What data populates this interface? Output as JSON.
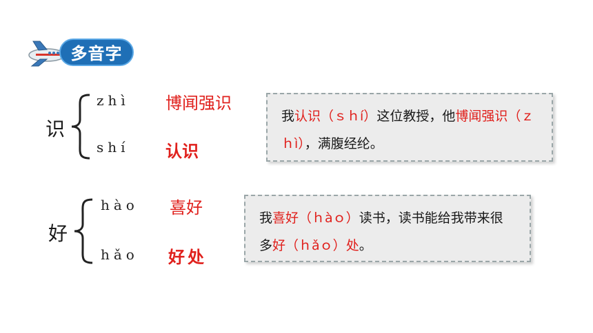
{
  "badge": {
    "title": "多音字"
  },
  "groups": [
    {
      "char": "识",
      "readings": [
        {
          "pinyin": "zhì",
          "word": "博闻强识"
        },
        {
          "pinyin": "shí",
          "word": "认识"
        }
      ],
      "sentence": [
        {
          "t": "我",
          "c": "n"
        },
        {
          "t": "认识",
          "c": "r"
        },
        {
          "t": "（ｓｈí）",
          "c": "r"
        },
        {
          "t": "这位教授，他",
          "c": "n"
        },
        {
          "t": "博闻强识",
          "c": "r"
        },
        {
          "t": "（ｚｈì）",
          "c": "r"
        },
        {
          "t": "，满腹经纶。",
          "c": "n"
        }
      ]
    },
    {
      "char": "好",
      "readings": [
        {
          "pinyin": "hào",
          "word": "喜好"
        },
        {
          "pinyin": "hǎo",
          "word": "好处"
        }
      ],
      "sentence": [
        {
          "t": "我",
          "c": "n"
        },
        {
          "t": "喜好",
          "c": "r"
        },
        {
          "t": "（ｈàｏ）",
          "c": "r"
        },
        {
          "t": "读书，读书能给我带来很多",
          "c": "n"
        },
        {
          "t": "好",
          "c": "r"
        },
        {
          "t": "（ｈǎｏ）",
          "c": "r"
        },
        {
          "t": "处",
          "c": "r"
        },
        {
          "t": "。",
          "c": "n"
        }
      ]
    }
  ],
  "colors": {
    "accent": "#e0201c",
    "badge": "#1f6fb6"
  }
}
